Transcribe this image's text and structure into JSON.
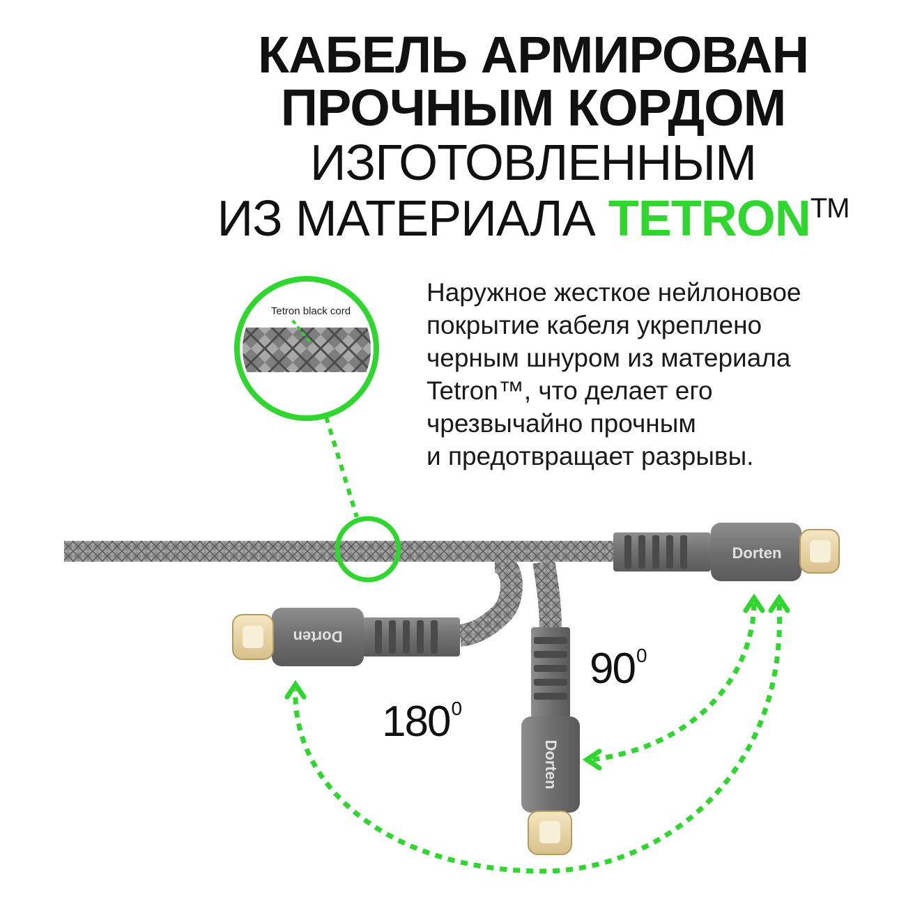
{
  "headline": {
    "line1": "КАБЕЛЬ АРМИРОВАН",
    "line2": "ПРОЧНЫМ КОРДОМ",
    "line3": "ИЗГОТОВЛЕННЫМ",
    "line4_prefix": "ИЗ МАТЕРИАЛА ",
    "line4_brand": "TETRON",
    "line4_tm": "TM"
  },
  "callout_label": "Tetron black cord",
  "description": [
    "Наружное жесткое нейлоновое",
    "покрытие кабеля укреплено",
    "черным шнуром из материала",
    "Tetron™, что делает его",
    "чрезвычайно прочным",
    "и предотвращает разрывы."
  ],
  "angles": {
    "a90": "90",
    "a180": "180",
    "degree": "0"
  },
  "brand_label": "Dorten",
  "colors": {
    "accent_green": "#2ed62e",
    "cable_gray": "#8a8a8a",
    "connector_gray": "#7a7a7a",
    "plug_gold": "#e7d6a8"
  }
}
